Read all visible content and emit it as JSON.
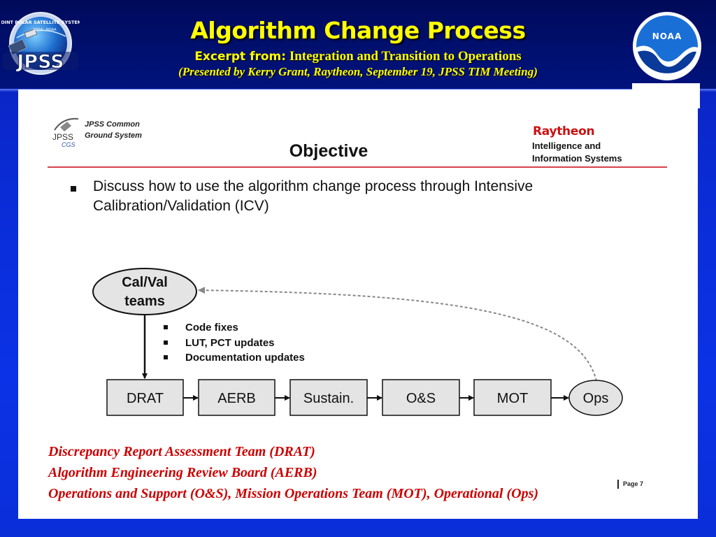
{
  "header": {
    "title": "Algorithm Change Process",
    "subtitle_lead": "Excerpt from:",
    "subtitle_rest": " Integration and Transition to Operations",
    "presented": "(Presented by Kerry Grant,  Raytheon, September 19, JPSS TIM Meeting)",
    "jpss_logo_text": "JPSS",
    "jpss_logo_ring": "JOINT POLAR SATELLITE SYSTEM",
    "jpss_logo_small": "NASA · NOAA",
    "noaa_logo_text": "NOAA"
  },
  "slide": {
    "ccs_logo": {
      "jpss": "JPSS",
      "ccs": "CGS"
    },
    "ccs_text_1": "JPSS Common",
    "ccs_text_2": "Ground System",
    "title": "Objective",
    "raytheon": "Raytheon",
    "intel_1": "Intelligence and",
    "intel_2": "Information Systems",
    "bullet": "Discuss how to use the algorithm change process through Intensive Calibration/Validation (ICV)",
    "page": "Page 7"
  },
  "diagram": {
    "calval_line1": "Cal/Val",
    "calval_line2": "teams",
    "updates": [
      "Code fixes",
      "LUT, PCT updates",
      "Documentation updates"
    ],
    "steps": [
      "DRAT",
      "AERB",
      "Sustain.",
      "O&S",
      "MOT"
    ],
    "ops": "Ops"
  },
  "glossary": [
    "Discrepancy Report Assessment Team (DRAT)",
    "Algorithm Engineering Review Board (AERB)",
    "Operations and Support (O&S), Mission Operations Team (MOT), Operational (Ops)"
  ],
  "colors": {
    "title_yellow": "#ffff00",
    "background_blue": "#0a2cd6",
    "glossary_red": "#cc0000",
    "raytheon_red": "#cc1111",
    "box_fill": "#e4e4e4"
  }
}
